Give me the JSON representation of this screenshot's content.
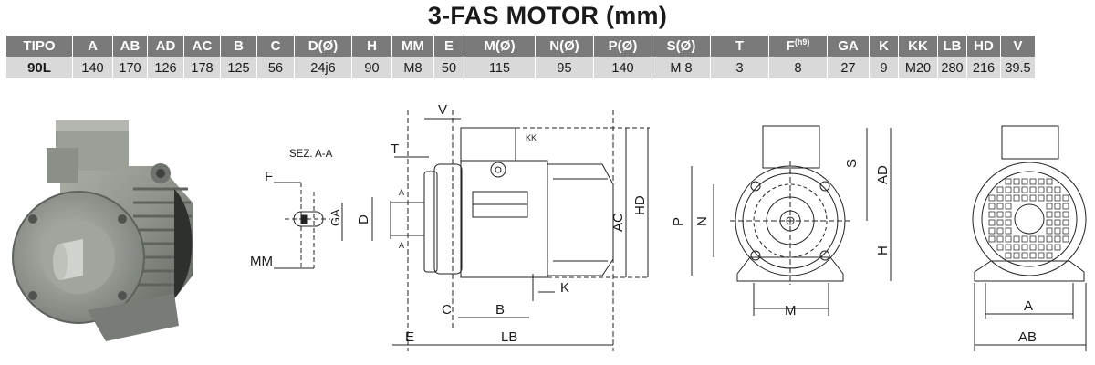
{
  "title": "3-FAS MOTOR (mm)",
  "table": {
    "headers": [
      {
        "label": "TIPO"
      },
      {
        "label": "A"
      },
      {
        "label": "AB"
      },
      {
        "label": "AD"
      },
      {
        "label": "AC"
      },
      {
        "label": "B"
      },
      {
        "label": "C"
      },
      {
        "label": "D(Ø)"
      },
      {
        "label": "H"
      },
      {
        "label": "MM"
      },
      {
        "label": "E"
      },
      {
        "label": "M(Ø)"
      },
      {
        "label": "N(Ø)"
      },
      {
        "label": "P(Ø)"
      },
      {
        "label": "S(Ø)"
      },
      {
        "label": "T"
      },
      {
        "label": "F",
        "sup": "(h9)"
      },
      {
        "label": "GA"
      },
      {
        "label": "K"
      },
      {
        "label": "KK"
      },
      {
        "label": "LB"
      },
      {
        "label": "HD"
      },
      {
        "label": "V"
      }
    ],
    "row": [
      "90L",
      "140",
      "170",
      "126",
      "178",
      "125",
      "56",
      "24j6",
      "90",
      "M8",
      "50",
      "115",
      "95",
      "140",
      "M 8",
      "3",
      "8",
      "27",
      "9",
      "M20",
      "280",
      "216",
      "39.5"
    ]
  },
  "drawing": {
    "section_label": "SEZ. A-A",
    "section_labels": {
      "F": "F",
      "GA": "GA",
      "D": "D",
      "MM": "MM",
      "T": "T"
    },
    "side_labels": {
      "V": "V",
      "KK": "KK",
      "AC": "AC",
      "HD": "HD",
      "C": "C",
      "B": "B",
      "K": "K",
      "E": "E",
      "LB": "LB",
      "A_top": "A",
      "A_bottom": "A"
    },
    "front_labels": {
      "P": "P",
      "N": "N",
      "S": "S",
      "AD": "AD",
      "H": "H",
      "M": "M"
    },
    "rear_labels": {
      "A": "A",
      "AB": "AB"
    }
  }
}
